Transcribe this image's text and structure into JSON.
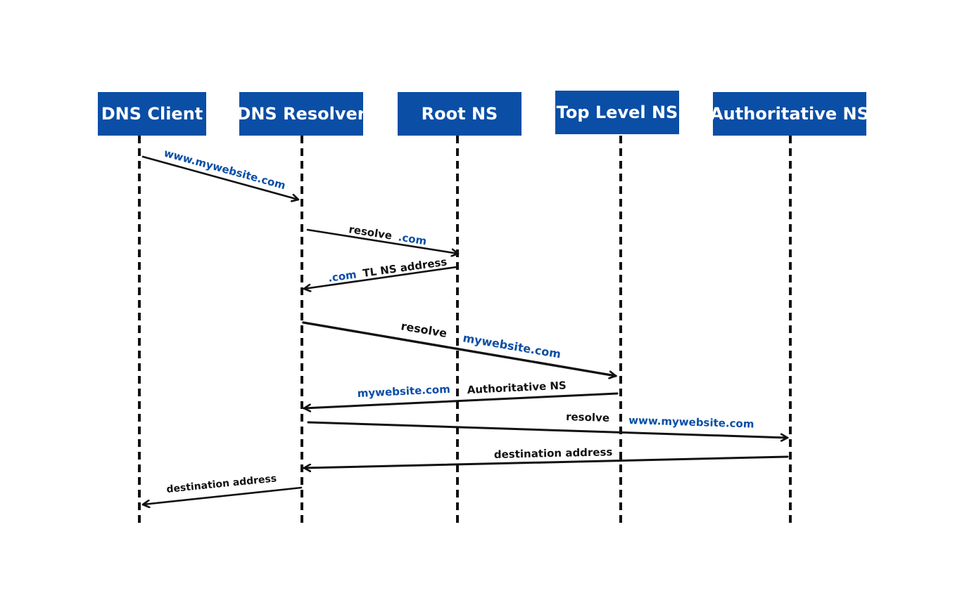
{
  "actors": {
    "dns_client": "DNS Client",
    "dns_resolver": "DNS Resolver",
    "root_ns": "Root NS",
    "top_level_ns": "Top Level NS",
    "authoritative_ns": "Authoritative NS"
  },
  "messages": {
    "m1": {
      "domain": "www.mywebsite.com"
    },
    "m2": {
      "text": "resolve",
      "domain": ".com"
    },
    "m3": {
      "domain": ".com",
      "text": "TL NS address"
    },
    "m4": {
      "text": "resolve",
      "domain": "mywebsite.com"
    },
    "m5": {
      "domain": "mywebsite.com",
      "text": "Authoritative NS"
    },
    "m6": {
      "text": "resolve",
      "domain": "www.mywebsite.com"
    },
    "m7": {
      "text": "destination address"
    },
    "m8": {
      "text": "destination address"
    }
  },
  "colors": {
    "actor_fill": "#0a4ea6",
    "actor_text": "#ffffff",
    "domain_text": "#0a4ea6",
    "line": "#111111"
  }
}
